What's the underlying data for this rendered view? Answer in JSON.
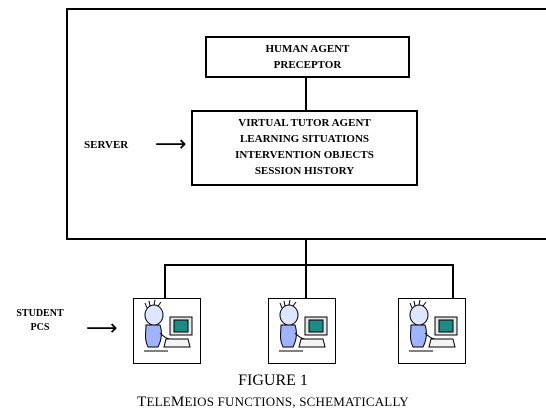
{
  "diagram": {
    "server_label": "SERVER",
    "student_label_line1": "STUDENT",
    "student_label_line2": "PCS",
    "human_box": {
      "line1": "HUMAN AGENT",
      "line2": "PRECEPTOR"
    },
    "virtual_box": {
      "line1": "VIRTUAL TUTOR AGENT",
      "line2": "LEARNING SITUATIONS",
      "line3": "INTERVENTION OBJECTS",
      "line4": "SESSION HISTORY"
    },
    "pcs": [
      "student-pc-1",
      "student-pc-2",
      "student-pc-3"
    ]
  },
  "caption": {
    "figure": "FIGURE 1",
    "title_cap1": "T",
    "title_rest1": "ELE",
    "title_cap2": "M",
    "title_rest2": "EIOS FUNCTIONS, SCHEMATICALLY"
  }
}
